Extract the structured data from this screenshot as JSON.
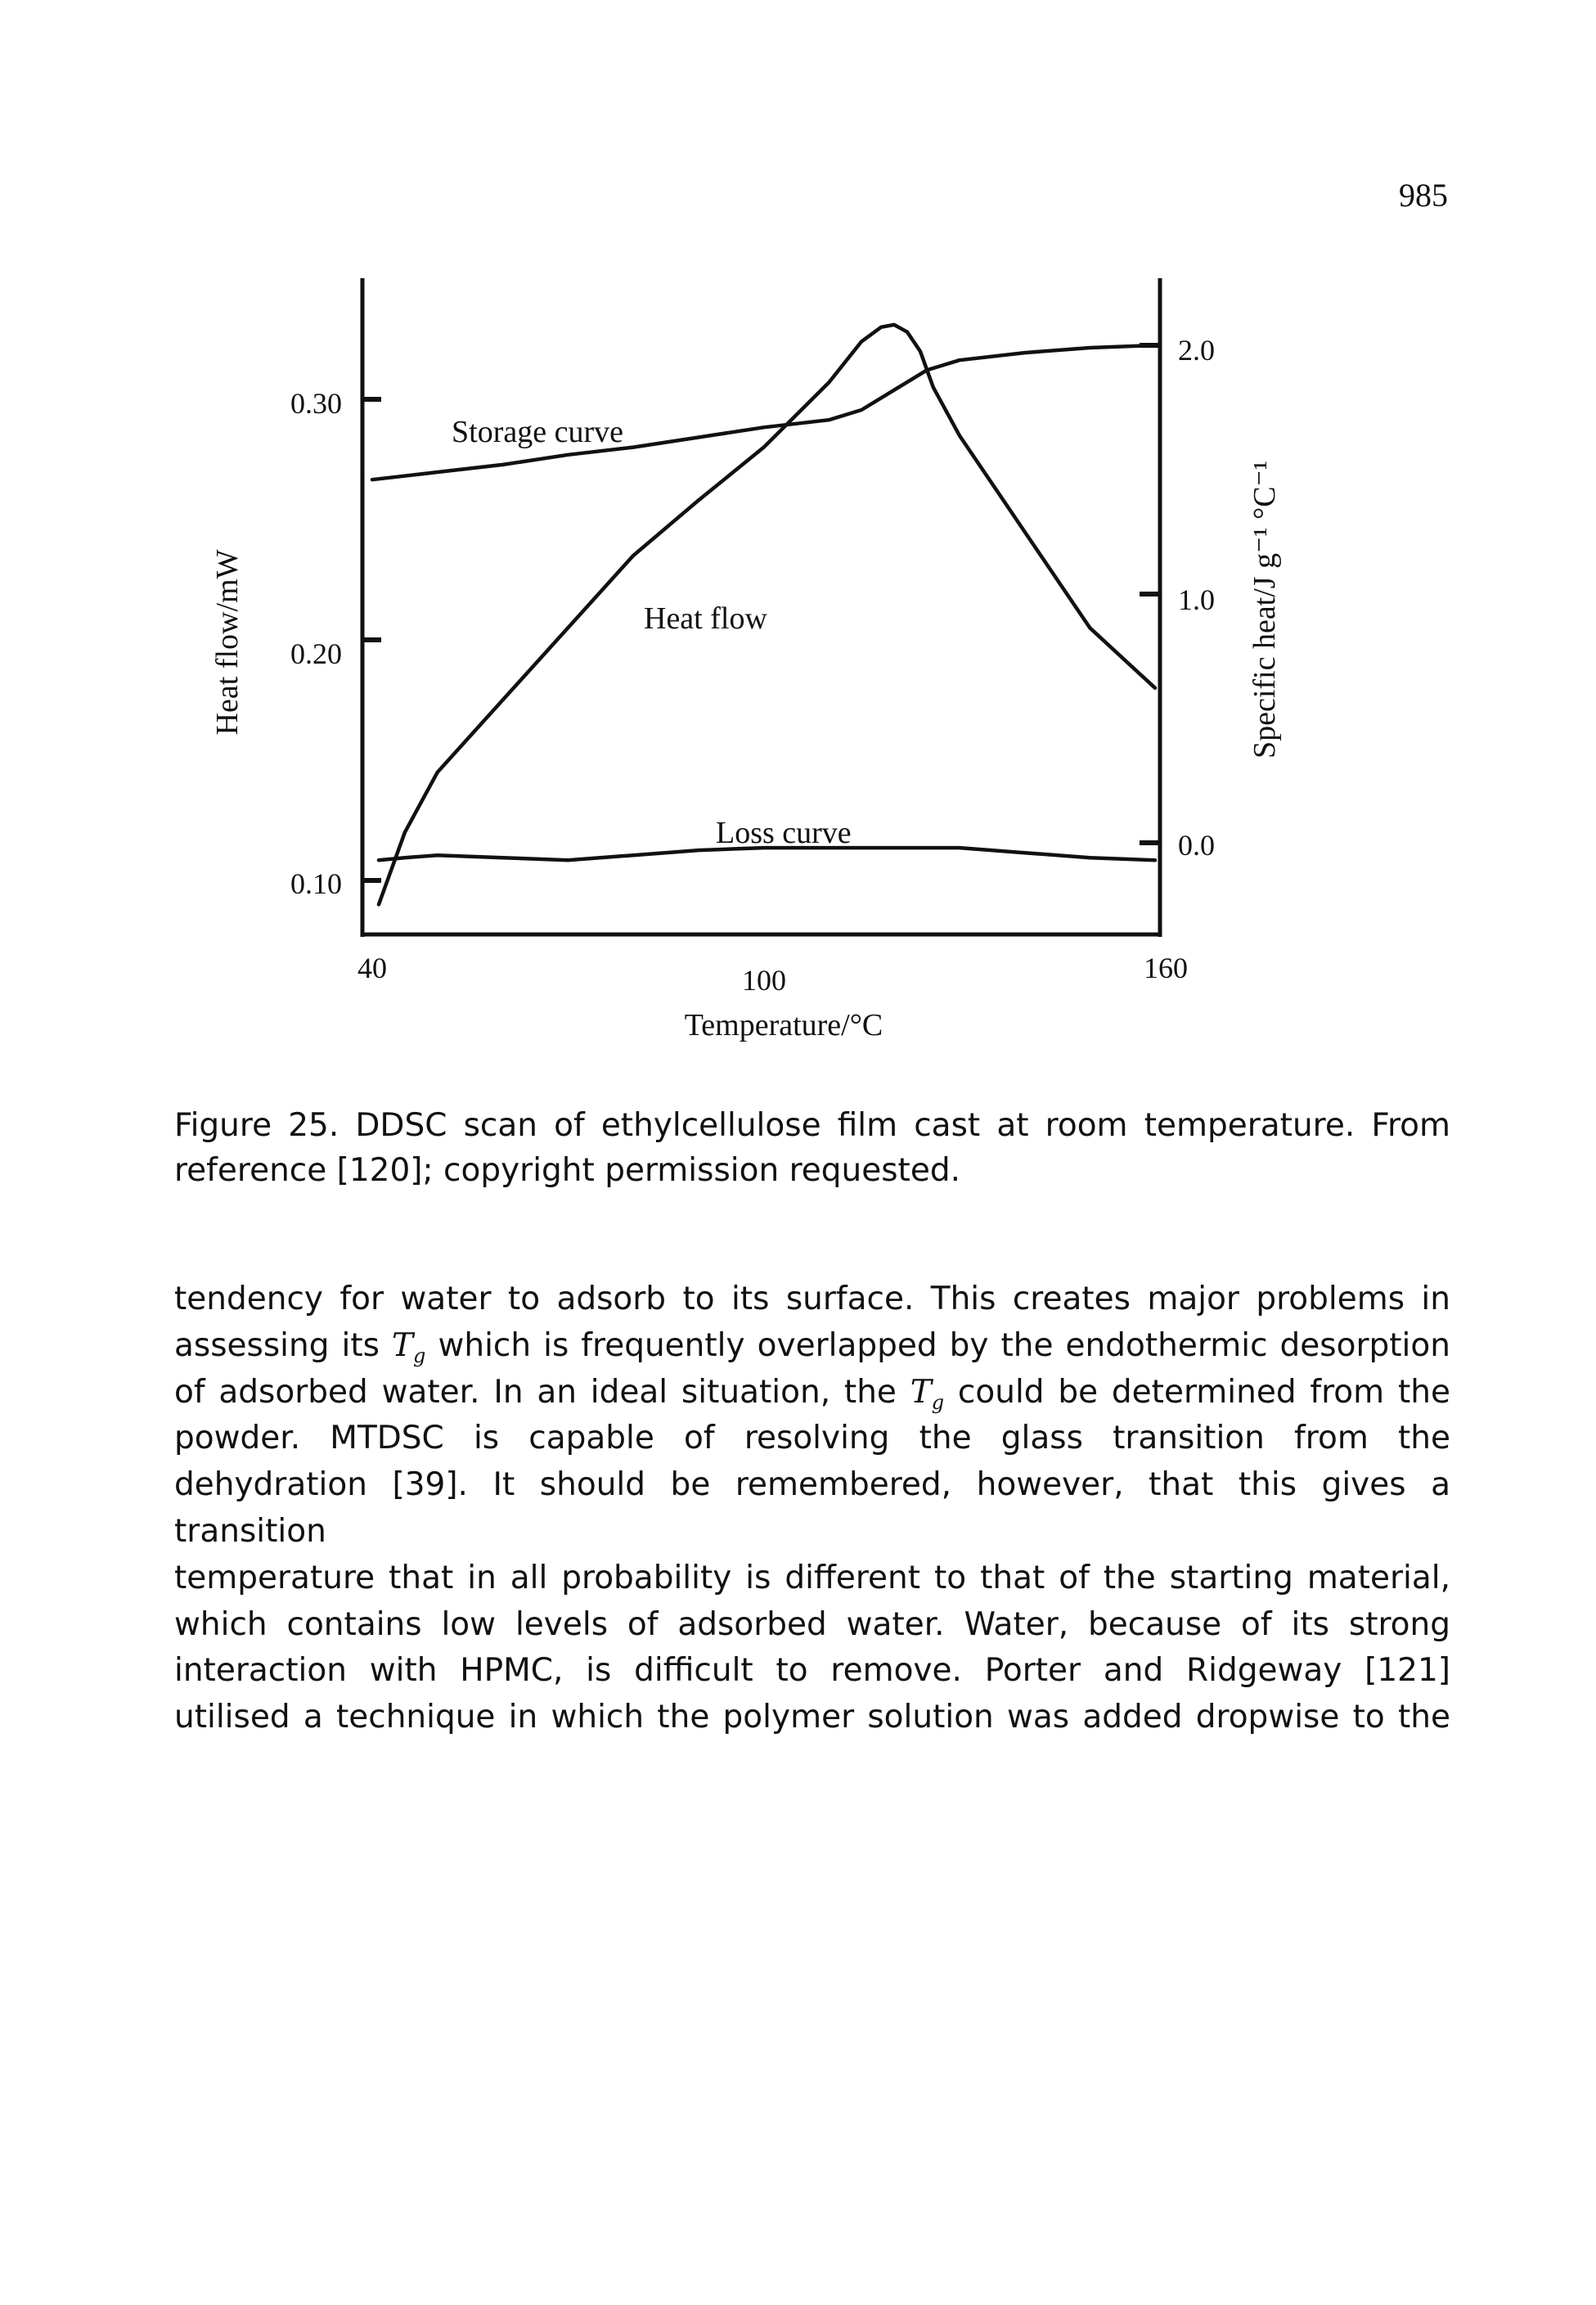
{
  "page_number": "985",
  "chart_data": {
    "type": "line",
    "xlabel": "Temperature/°C",
    "ylabel_left": "Heat flow/mW",
    "ylabel_right": "Specific heat/J g⁻¹ °C⁻¹",
    "x_ticks": [
      "40",
      "100",
      "160"
    ],
    "y_left_ticks": [
      "0.30",
      "0.20",
      "0.10"
    ],
    "y_right_ticks": [
      "2.0",
      "1.0",
      "0.0"
    ],
    "xlim": [
      40,
      160
    ],
    "ylim_left": [
      0.1,
      0.3
    ],
    "ylim_right": [
      0.0,
      2.0
    ],
    "annotations": {
      "storage": "Storage curve",
      "heatflow": "Heat flow",
      "loss": "Loss curve"
    },
    "series": [
      {
        "name": "Storage curve",
        "axis": "right",
        "x": [
          40,
          50,
          60,
          70,
          80,
          90,
          100,
          110,
          115,
          120,
          125,
          130,
          140,
          150,
          160
        ],
        "y": [
          1.46,
          1.49,
          1.52,
          1.56,
          1.59,
          1.63,
          1.67,
          1.7,
          1.74,
          1.82,
          1.9,
          1.94,
          1.97,
          1.99,
          2.0
        ]
      },
      {
        "name": "Heat flow",
        "axis": "left",
        "x": [
          41,
          45,
          50,
          60,
          70,
          80,
          90,
          100,
          110,
          115,
          118,
          120,
          122,
          124,
          126,
          130,
          140,
          150,
          160
        ],
        "y": [
          0.09,
          0.12,
          0.145,
          0.175,
          0.205,
          0.235,
          0.258,
          0.28,
          0.307,
          0.324,
          0.33,
          0.331,
          0.328,
          0.32,
          0.305,
          0.285,
          0.245,
          0.205,
          0.18
        ]
      },
      {
        "name": "Loss curve",
        "axis": "right",
        "x": [
          41,
          45,
          50,
          60,
          70,
          80,
          90,
          100,
          110,
          120,
          130,
          140,
          150,
          160
        ],
        "y": [
          -0.07,
          -0.06,
          -0.05,
          -0.06,
          -0.07,
          -0.05,
          -0.03,
          -0.02,
          -0.02,
          -0.02,
          -0.02,
          -0.04,
          -0.06,
          -0.07
        ]
      }
    ]
  },
  "caption": "Figure 25. DDSC scan of ethylcellulose film cast at room temperature. From reference [120]; copyright permission requested.",
  "body": {
    "l1": "tendency for water to adsorb to its surface. This creates major problems in",
    "l2_a": "assessing its",
    "l2_T": "T",
    "l2_g": "g",
    "l2_b": "which is frequently overlapped by the endothermic desorption",
    "l3_a": "of adsorbed water. In an ideal situation, the",
    "l3_T": "T",
    "l3_g": "g",
    "l3_b": "could be determined from the",
    "l4": "powder. MTDSC is capable of resolving the glass transition from the",
    "l5": "dehydration [39]. It should be remembered, however, that this gives a transition",
    "l6": "temperature that in all probability is different to that of the starting material,",
    "l7": "which contains low levels of adsorbed water. Water, because of its strong",
    "l8": "interaction with HPMC, is difficult to remove. Porter and Ridgeway [121]",
    "l9": "utilised a technique in which the polymer solution was added dropwise to the"
  }
}
